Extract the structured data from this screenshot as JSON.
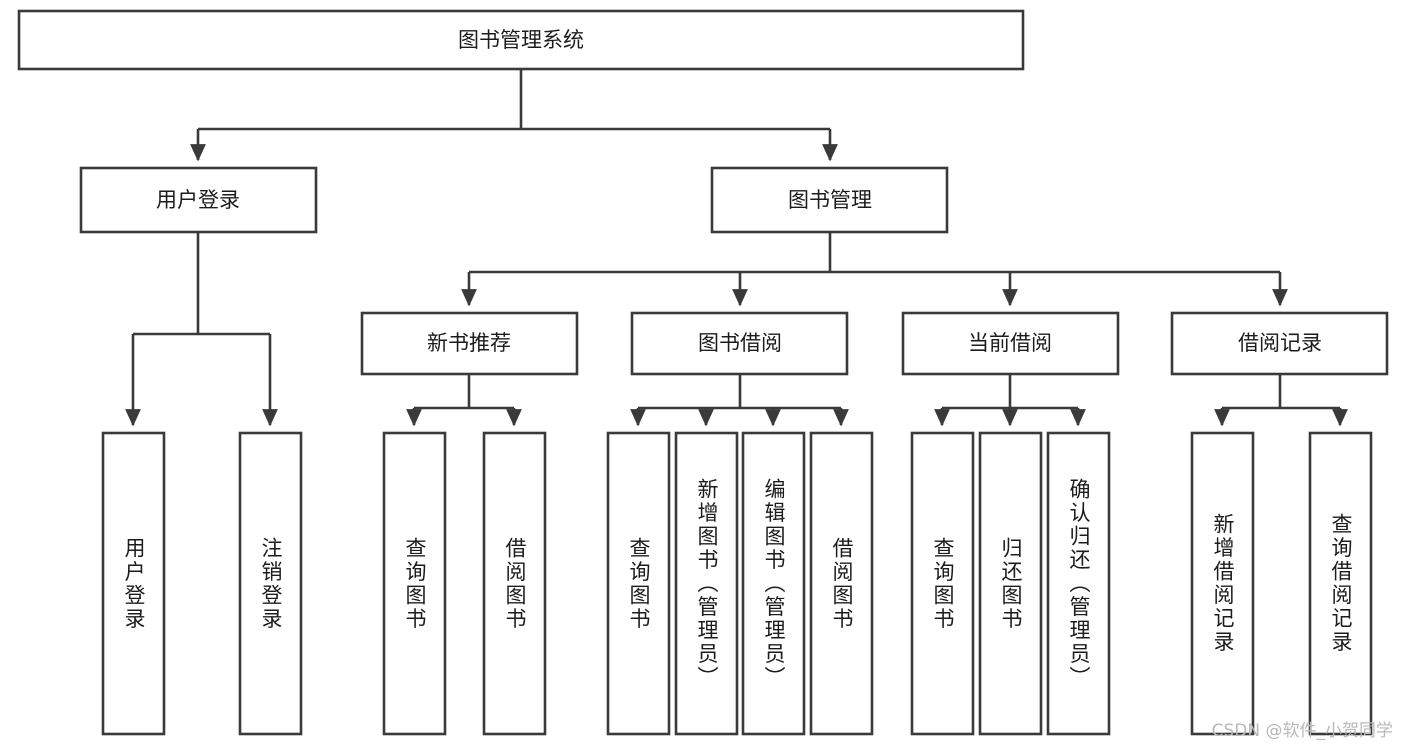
{
  "diagram": {
    "title": "图书管理系统",
    "type": "hierarchy-tree",
    "watermark": "CSDN @软件_小贺同学",
    "root": {
      "id": "root",
      "label": "图书管理系统",
      "level": 1
    },
    "level2": [
      {
        "id": "user-login",
        "label": "用户登录",
        "level": 2
      },
      {
        "id": "book-manage",
        "label": "图书管理",
        "level": 2
      }
    ],
    "level3": [
      {
        "id": "new-book-rec",
        "label": "新书推荐",
        "level": 3,
        "parent": "book-manage"
      },
      {
        "id": "book-borrow",
        "label": "图书借阅",
        "level": 3,
        "parent": "book-manage"
      },
      {
        "id": "current-borrow",
        "label": "当前借阅",
        "level": 3,
        "parent": "book-manage"
      },
      {
        "id": "borrow-record",
        "label": "借阅记录",
        "level": 3,
        "parent": "book-manage"
      }
    ],
    "leaves": [
      {
        "id": "leaf-user-login",
        "label": "用户登录",
        "parent": "user-login"
      },
      {
        "id": "leaf-logout",
        "label": "注销登录",
        "parent": "user-login"
      },
      {
        "id": "leaf-query-book-1",
        "label": "查询图书",
        "parent": "new-book-rec"
      },
      {
        "id": "leaf-borrow-book-1",
        "label": "借阅图书",
        "parent": "new-book-rec"
      },
      {
        "id": "leaf-query-book-2",
        "label": "查询图书",
        "parent": "book-borrow"
      },
      {
        "id": "leaf-add-book",
        "label": "新增图书（管理员）",
        "parent": "book-borrow"
      },
      {
        "id": "leaf-edit-book",
        "label": "编辑图书（管理员）",
        "parent": "book-borrow"
      },
      {
        "id": "leaf-borrow-book-2",
        "label": "借阅图书",
        "parent": "book-borrow"
      },
      {
        "id": "leaf-query-book-3",
        "label": "查询图书",
        "parent": "current-borrow"
      },
      {
        "id": "leaf-return-book",
        "label": "归还图书",
        "parent": "current-borrow"
      },
      {
        "id": "leaf-confirm-return",
        "label": "确认归还（管理员）",
        "parent": "current-borrow"
      },
      {
        "id": "leaf-add-record",
        "label": "新增借阅记录",
        "parent": "borrow-record"
      },
      {
        "id": "leaf-query-record",
        "label": "查询借阅记录",
        "parent": "borrow-record"
      }
    ],
    "colors": {
      "box_stroke": "#3a3a3a",
      "box_fill": "#ffffff",
      "text": "#1c1c1c",
      "connector": "#3a3a3a",
      "watermark": "#b9b9b9",
      "background": "#ffffff"
    }
  }
}
